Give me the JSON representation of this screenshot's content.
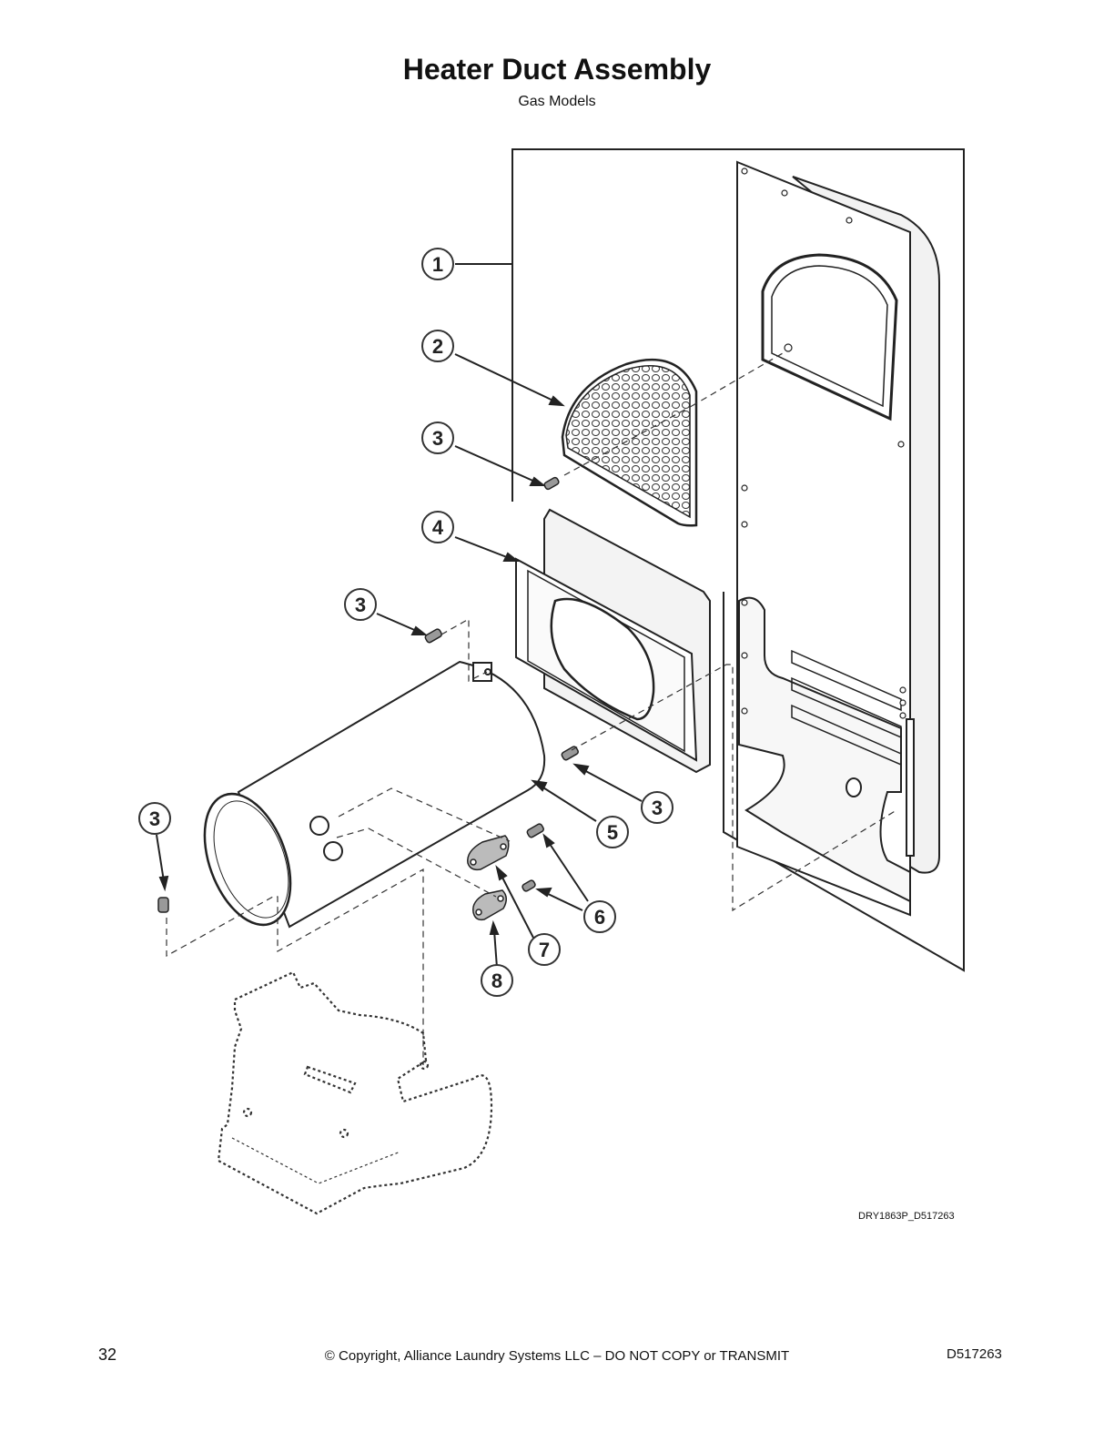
{
  "title": "Heater Duct Assembly",
  "subtitle": "Gas Models",
  "callouts": [
    {
      "label": "1",
      "part": "rear-panel"
    },
    {
      "label": "2",
      "part": "lint-screen"
    },
    {
      "label": "3",
      "part": "screw"
    },
    {
      "label": "3",
      "part": "screw"
    },
    {
      "label": "3",
      "part": "screw"
    },
    {
      "label": "3",
      "part": "screw"
    },
    {
      "label": "4",
      "part": "duct-adapter"
    },
    {
      "label": "5",
      "part": "heater-duct"
    },
    {
      "label": "6",
      "part": "screw"
    },
    {
      "label": "7",
      "part": "thermostat"
    },
    {
      "label": "8",
      "part": "thermostat"
    }
  ],
  "drawing_id": "DRY1863P_D517263",
  "footer": {
    "page_number": "32",
    "copyright": "© Copyright, Alliance Laundry Systems LLC – DO NOT COPY or TRANSMIT",
    "document_number": "D517263"
  }
}
